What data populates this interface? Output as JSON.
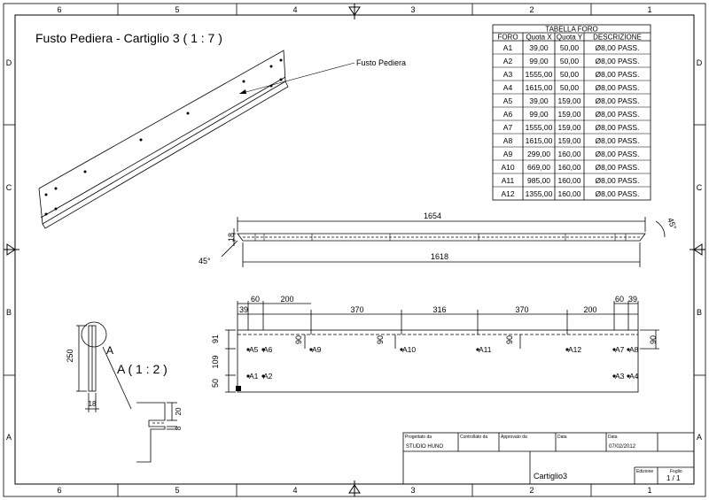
{
  "drawing": {
    "title": "Fusto Pediera - Cartiglio 3 ( 1 : 7 )",
    "callout": "Fusto Pediera",
    "detail_letter": "A",
    "detail_title": "A ( 1 : 2 )"
  },
  "frame": {
    "columns_top": [
      "6",
      "5",
      "4",
      "3",
      "2",
      "1"
    ],
    "columns_bottom": [
      "6",
      "5",
      "4",
      "3",
      "2",
      "1"
    ],
    "rows_left": [
      "D",
      "C",
      "B",
      "A"
    ],
    "rows_right": [
      "D",
      "C",
      "B",
      "A"
    ]
  },
  "hole_table": {
    "title": "TABELLA FORO",
    "headers": [
      "FORO",
      "Quota X",
      "Quota Y",
      "DESCRIZIONE"
    ],
    "rows": [
      [
        "A1",
        "39,00",
        "50,00",
        "Ø8,00 PASS."
      ],
      [
        "A2",
        "99,00",
        "50,00",
        "Ø8,00 PASS."
      ],
      [
        "A3",
        "1555,00",
        "50,00",
        "Ø8,00 PASS."
      ],
      [
        "A4",
        "1615,00",
        "50,00",
        "Ø8,00 PASS."
      ],
      [
        "A5",
        "39,00",
        "159,00",
        "Ø8,00 PASS."
      ],
      [
        "A6",
        "99,00",
        "159,00",
        "Ø8,00 PASS."
      ],
      [
        "A7",
        "1555,00",
        "159,00",
        "Ø8,00 PASS."
      ],
      [
        "A8",
        "1615,00",
        "159,00",
        "Ø8,00 PASS."
      ],
      [
        "A9",
        "299,00",
        "160,00",
        "Ø8,00 PASS."
      ],
      [
        "A10",
        "669,00",
        "160,00",
        "Ø8,00 PASS."
      ],
      [
        "A11",
        "985,00",
        "160,00",
        "Ø8,00 PASS."
      ],
      [
        "A12",
        "1355,00",
        "160,00",
        "Ø8,00 PASS."
      ]
    ]
  },
  "top_view": {
    "overall_top": "1654",
    "overall_bottom": "1618",
    "height": "18",
    "angle_left": "45°",
    "angle_right": "45°"
  },
  "front_view": {
    "dims_top_row1": [
      "60",
      "200",
      "60",
      "39"
    ],
    "dims_top_row2": [
      "39",
      "370",
      "316",
      "370",
      "200"
    ],
    "vert_left": [
      "91",
      "109",
      "50"
    ],
    "vert_right": "90",
    "vert_inner": [
      "90",
      "90",
      "90"
    ],
    "hole_labels": [
      "A5",
      "A6",
      "A9",
      "A10",
      "A11",
      "A12",
      "A7",
      "A8",
      "A1",
      "A2",
      "A3",
      "A4"
    ]
  },
  "detail": {
    "height": "250",
    "width": "18",
    "dim_20": "20",
    "dim_8": "8"
  },
  "title_block": {
    "progettato_label": "Progettato da",
    "progettato_value": "STUDIO HUNO",
    "controllato_label": "Controllato da",
    "approvato_label": "Approvato da",
    "data_label": "Data",
    "data2_label": "Data",
    "data_value": "07/02/2012",
    "sheet_name": "Cartiglio3",
    "edizione_label": "Edizione",
    "foglio_label": "Foglio",
    "foglio_value": "1 / 1"
  }
}
